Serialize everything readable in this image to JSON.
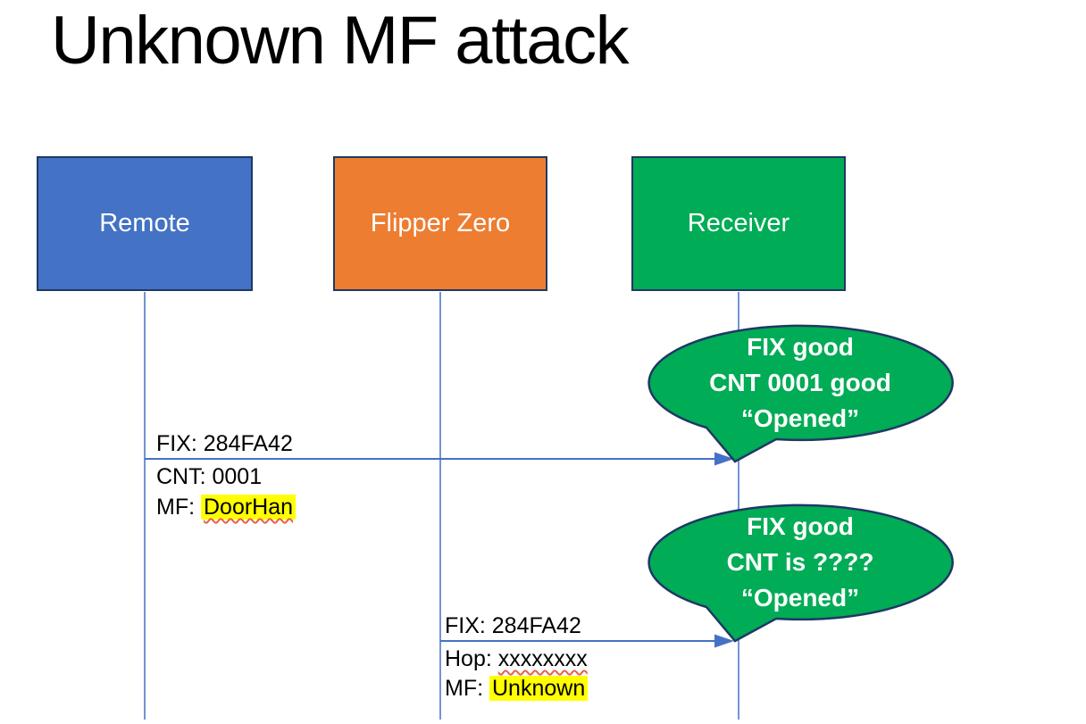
{
  "title": "Unknown MF attack",
  "colors": {
    "background": "#FFFFFF",
    "accent-blue": "#4472C4",
    "accent-orange": "#ED7D31",
    "accent-green": "#00AC55",
    "border-navy": "#1F3864",
    "line-blue": "#4472C4",
    "highlight-yellow": "#FFFF00",
    "squiggle-red": "#E8604C",
    "text-white": "#FFFFFF",
    "text-black": "#000000"
  },
  "actors": [
    {
      "label": "Remote"
    },
    {
      "label": "Flipper Zero"
    },
    {
      "label": "Receiver"
    }
  ],
  "messages": {
    "remote_to_receiver": {
      "above": "FIX: 284FA42",
      "line2": "CNT: 0001",
      "line3_prefix": "MF: ",
      "line3_value": "DoorHan"
    },
    "flipper_to_receiver": {
      "above": "FIX: 284FA42",
      "line2_prefix": "Hop: ",
      "line2_value": "xxxxxxxx",
      "line3_prefix": "MF: ",
      "line3_value": "Unknown"
    }
  },
  "bubbles": [
    {
      "lines": [
        "FIX good",
        "CNT 0001 good",
        "“Opened”"
      ]
    },
    {
      "lines": [
        "FIX good",
        "CNT is ????",
        "“Opened”"
      ]
    }
  ]
}
